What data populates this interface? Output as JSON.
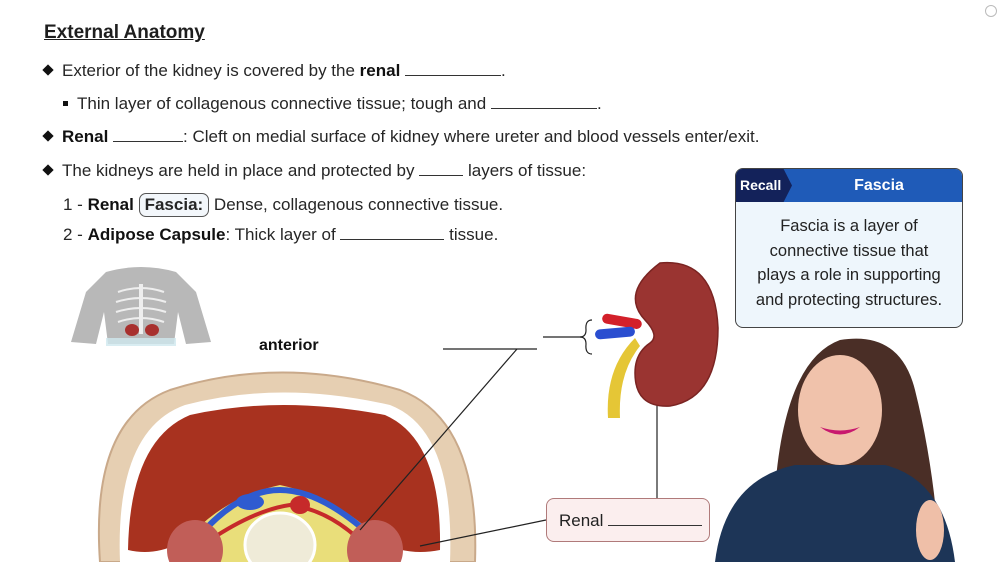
{
  "slide": {
    "title": "External Anatomy",
    "bullets": [
      {
        "pre": "Exterior of the kidney is covered by the ",
        "bold": "renal",
        "post": "."
      },
      {
        "pre": "Thin layer of collagenous connective tissue; tough and ",
        "post": "."
      },
      {
        "bold": "Renal",
        "post": ": Cleft on medial surface of kidney where ureter and blood vessels enter/exit."
      },
      {
        "pre": "The kidneys are held in place and protected by ",
        "post": " layers of tissue:"
      }
    ],
    "layers": [
      {
        "num": "1 - ",
        "bold": "Renal",
        "boxed": "Fascia:",
        "post": " Dense, collagenous connective tissue."
      },
      {
        "num": "2 - ",
        "bold": "Adipose Capsule",
        "post": ": Thick layer of ",
        "post2": " tissue."
      }
    ]
  },
  "recall_card": {
    "tag": "Recall",
    "title": "Fascia",
    "body": "Fascia is a layer of connective tissue that plays a role in supporting and protecting structures.",
    "colors": {
      "header": "#1f5bb8",
      "tag": "#13225a",
      "body": "#eef6fc"
    }
  },
  "diagram": {
    "orientation_label": "anterior",
    "label_box": "Renal",
    "icons": [
      "torso-thumbnail-icon",
      "kidney-illustration",
      "cross-section-illustration",
      "brace-icon"
    ]
  },
  "presenter": {
    "description": "instructor video overlay"
  }
}
